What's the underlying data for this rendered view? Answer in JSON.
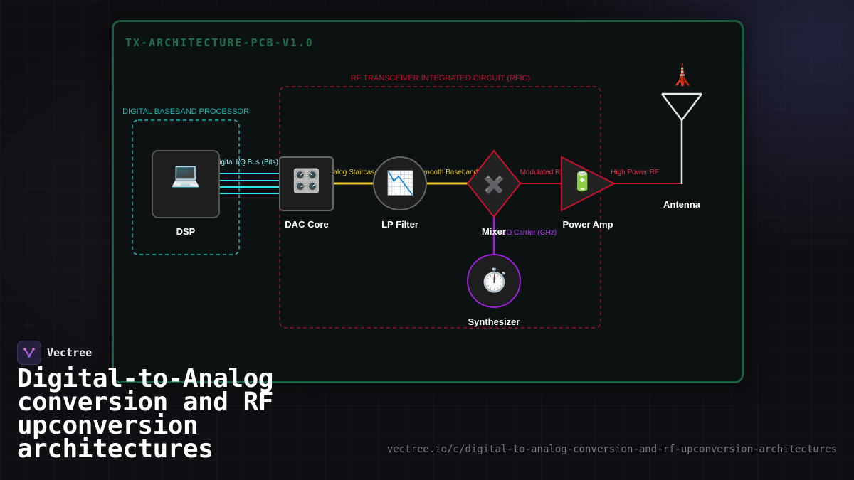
{
  "board": {
    "title": "TX-ARCHITECTURE-PCB-V1.0"
  },
  "groups": {
    "dbp": "DIGITAL BASEBAND PROCESSOR",
    "rfic": "RF TRANSCEIVER INTEGRATED CIRCUIT (RFIC)"
  },
  "nodes": {
    "dsp": {
      "label": "DSP",
      "icon": "💻"
    },
    "dac": {
      "label": "DAC Core",
      "icon": "🎛️"
    },
    "lpf": {
      "label": "LP Filter",
      "icon": "📉"
    },
    "mixer": {
      "label": "Mixer",
      "icon": "✖️"
    },
    "pa": {
      "label": "Power Amp",
      "icon": "🔋"
    },
    "antenna": {
      "label": "Antenna",
      "icon": "🗼"
    },
    "synth": {
      "label": "Synthesizer",
      "icon": "⏱️"
    }
  },
  "edges": {
    "iq_bus": "Digital I/Q Bus (Bits)",
    "staircase": "Analog Staircase",
    "smooth": "Smooth Baseband",
    "modulated": "Modulated RF",
    "high_power": "High Power RF",
    "lo": "LO Carrier (GHz)"
  },
  "colors": {
    "teal": "#1fb5b0",
    "cyan_bus": "#2ee6e6",
    "yellow": "#e6c52e",
    "crimson": "#c8102e",
    "purple": "#9b1fd6",
    "board_border": "#1b5e3f"
  },
  "brand": {
    "name": "Vectree",
    "icon": "vectree-logo-icon"
  },
  "headline": "Digital-to-Analog conversion and RF upconversion architectures",
  "url": "vectree.io/c/digital-to-analog-conversion-and-rf-upconversion-architectures"
}
